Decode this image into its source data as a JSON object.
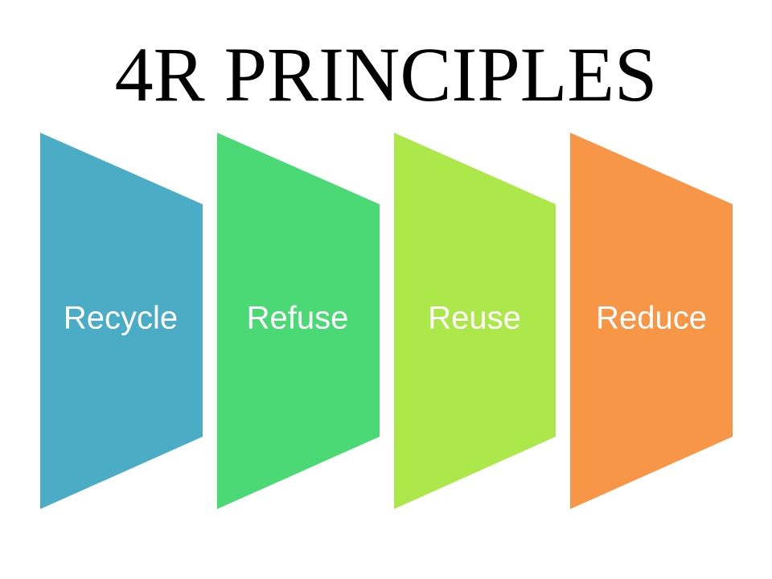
{
  "title": "4R PRINCIPLES",
  "steps": [
    {
      "label": "Recycle",
      "color": "#4BACC6"
    },
    {
      "label": "Refuse",
      "color": "#4AD974"
    },
    {
      "label": "Reuse",
      "color": "#ADE84B"
    },
    {
      "label": "Reduce",
      "color": "#F79646"
    }
  ]
}
